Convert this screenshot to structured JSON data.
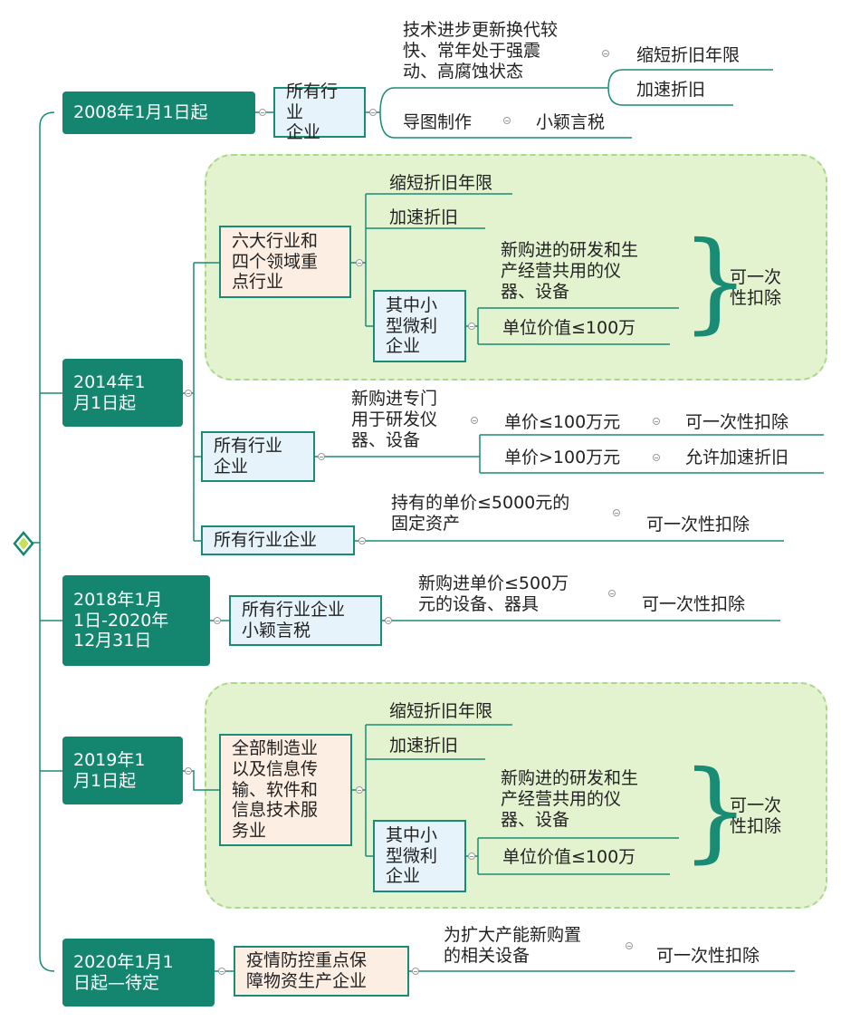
{
  "root": {
    "icon": "diamond-icon"
  },
  "periods": [
    {
      "label": "2008年1月1日起",
      "branches": [
        {
          "label": "所有行业\n企业",
          "items": [
            {
              "cond": "技术进步更新换代较\n快、常年处于强震\n动、高腐蚀状态",
              "results": [
                "缩短折旧年限",
                "加速折旧"
              ]
            },
            {
              "cond": "导图制作",
              "result": "小颖言税"
            }
          ]
        }
      ]
    },
    {
      "label": "2014年1\n月1日起",
      "branches": [
        {
          "label": "六大行业和\n四个领域重\n点行业",
          "items": [
            "缩短折旧年限",
            "加速折旧"
          ],
          "sub": {
            "label": "其中小\n型微利\n企业",
            "conds": [
              "新购进的研发和生\n产经营共用的仪\n器、设备",
              "单位价值≤100万"
            ],
            "result": "可一次\n性扣除"
          }
        },
        {
          "label": "所有行业\n企业",
          "cond": "新购进专门\n用于研发仪\n器、设备",
          "rows": [
            {
              "price": "单价≤100万元",
              "result": "可一次性扣除"
            },
            {
              "price": "单价>100万元",
              "result": "允许加速折旧"
            }
          ]
        },
        {
          "label": "所有行业企业",
          "cond": "持有的单价≤5000元的\n固定资产",
          "result": "可一次性扣除"
        }
      ]
    },
    {
      "label": "2018年1月\n1日-2020年\n12月31日",
      "branches": [
        {
          "label": "所有行业企业\n小颖言税",
          "cond": "新购进单价≤500万\n元的设备、器具",
          "result": "可一次性扣除"
        }
      ]
    },
    {
      "label": "2019年1\n月1日起",
      "branches": [
        {
          "label": "全部制造业\n以及信息传\n输、软件和\n信息技术服\n务业",
          "items": [
            "缩短折旧年限",
            "加速折旧"
          ],
          "sub": {
            "label": "其中小\n型微利\n企业",
            "conds": [
              "新购进的研发和生\n产经营共用的仪\n器、设备",
              "单位价值≤100万"
            ],
            "result": "可一次\n性扣除"
          }
        }
      ]
    },
    {
      "label": "2020年1月1\n日起—待定",
      "branches": [
        {
          "label": "疫情防控重点保\n障物资生产企业",
          "cond": "为扩大产能新购置\n的相关设备",
          "result": "可一次性扣除"
        }
      ]
    }
  ]
}
